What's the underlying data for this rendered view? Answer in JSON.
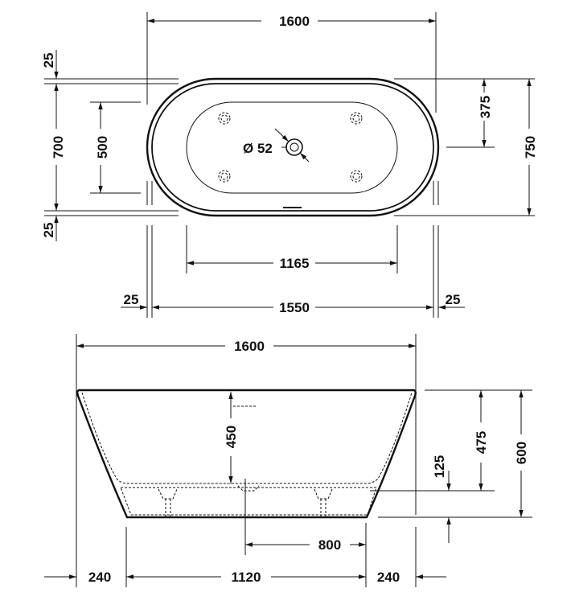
{
  "top_view": {
    "overall_length": "1600",
    "rim_top": "25",
    "inner_width": "700",
    "basin_width": "500",
    "rim_bottom": "25",
    "drain_diameter": "Ø 52",
    "drain_offset": "375",
    "overall_width": "750",
    "basin_length": "1165",
    "inner_length": "1550",
    "rim_left": "25",
    "rim_right": "25"
  },
  "side_view": {
    "overall_length": "1600",
    "inner_depth": "450",
    "overflow_height": "475",
    "overall_height": "600",
    "base_height": "125",
    "feet_spacing": "800",
    "base_offset_left": "240",
    "base_length": "1120",
    "base_offset_right": "240"
  }
}
